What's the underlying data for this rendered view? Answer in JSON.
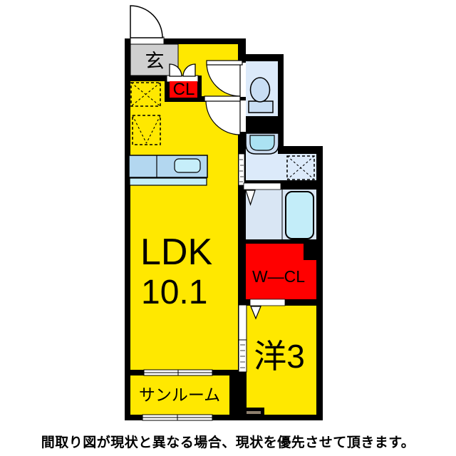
{
  "floorplan": {
    "rooms": {
      "genkan": {
        "label": "玄"
      },
      "ldk": {
        "label": "LDK",
        "size": "10.1"
      },
      "cl": {
        "label": "CL"
      },
      "wcl": {
        "label": "W―CL"
      },
      "western": {
        "label": "洋3"
      },
      "sunroom": {
        "label": "サンルーム"
      }
    },
    "icons": {
      "entrance-door-icon": "quarter-circle swing arc",
      "room-door-icon": "quarter-circle swing arc (x2)",
      "closet-double-door-icon": "butterfly double arcs",
      "sliding-door-icon": "ticked white strip (x2)",
      "sliding-window-icon": "double-pane window bar (x2)",
      "toilet-icon": "bowl and tank",
      "washbasin-icon": "rounded bowl",
      "bathtub-icon": "rounded rectangle tub",
      "kitchen-counter-icon": "counter with sink",
      "refrigerator-space-icon": "dashed square with X",
      "washer-space-icon": "dashed square with V",
      "storage-space-icon": "dashed square with X",
      "door-swing-triangle-icon": "downward triangle (x2)"
    },
    "colors": {
      "wall": "#000000",
      "room_yellow": "#ffe800",
      "closet_red": "#ff0000",
      "entrance_grey": "#cfcfcf",
      "wet_room_blue": "#dceafa",
      "bath_blue": "#d9e6f4",
      "tub_cyan": "#c3edf9",
      "counter_blue": "#b3d7f0",
      "sink_cyan": "#c6eefa",
      "step_brown": "#8d7f6d",
      "text": "#000000"
    }
  },
  "disclaimer": "間取り図が現状と異なる場合、現状を優先させて頂きます。"
}
